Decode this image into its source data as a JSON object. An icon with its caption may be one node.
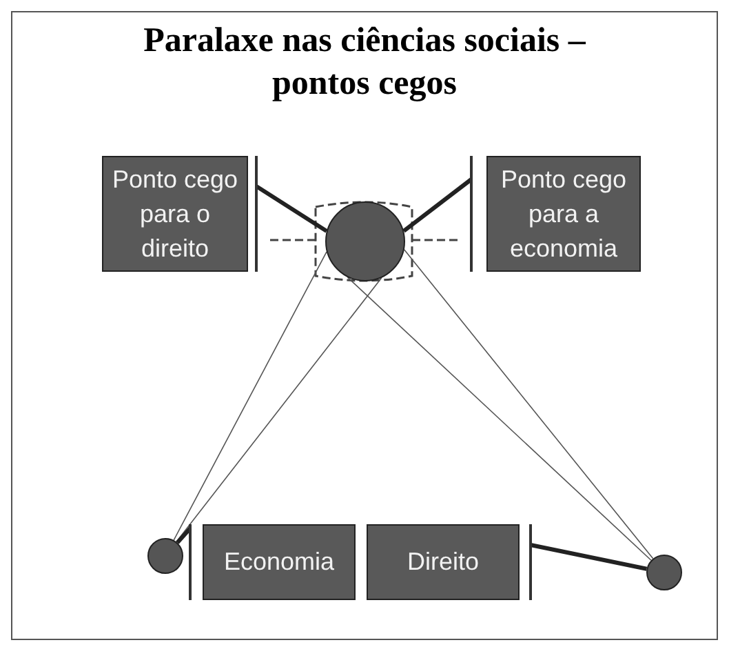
{
  "diagram": {
    "title": "Paralaxe nas ciências sociais – pontos cegos",
    "nodes": [
      {
        "text": [
          "Ponto cego para o direito"
        ]
      },
      {
        "text": [],
        "shape": "bar"
      },
      {
        "text": [],
        "shape": "circle"
      },
      {
        "text": [],
        "shape": "bar"
      },
      {
        "text": [
          "Ponto cego para a economia"
        ]
      },
      {
        "text": [],
        "shape": "circle"
      },
      {
        "text": [],
        "shape": "bar"
      },
      {
        "text": [
          "Economia"
        ]
      },
      {
        "text": [
          "Direito"
        ]
      },
      {
        "text": [],
        "shape": "bar"
      },
      {
        "text": [],
        "shape": "circle"
      }
    ],
    "edges": [
      {
        "from": 1,
        "to": 2,
        "arrow": "none",
        "style": "thick"
      },
      {
        "from": 3,
        "to": 2,
        "arrow": "none",
        "style": "thick"
      },
      {
        "from": 5,
        "to": 2,
        "arrow": "none"
      },
      {
        "from": 5,
        "to": 2,
        "arrow": "none"
      },
      {
        "from": 10,
        "to": 2,
        "arrow": "none"
      },
      {
        "from": 10,
        "to": 2,
        "arrow": "none"
      },
      {
        "from": 5,
        "to": 6,
        "arrow": "none",
        "style": "thick"
      },
      {
        "from": 9,
        "to": 10,
        "arrow": "none",
        "style": "thick"
      }
    ]
  }
}
